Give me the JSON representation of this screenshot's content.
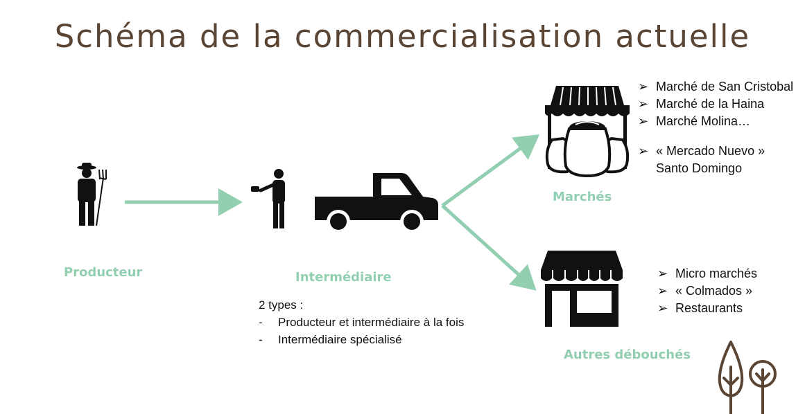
{
  "title": "Schéma de la commercialisation actuelle",
  "accent_color": "#92cfb0",
  "title_color": "#5a4535",
  "icons": {
    "producer": "farmer-pitchfork-icon",
    "intermediary": "person-handing-icon",
    "truck": "pickup-truck-icon",
    "market": "market-stall-icon",
    "shop": "storefront-icon",
    "trees": "trees-logo-icon"
  },
  "nodes": {
    "producteur": {
      "label": "Producteur"
    },
    "intermediaire": {
      "label": "Intermédiaire",
      "types_heading": "2 types :",
      "types": [
        {
          "bullet": "-",
          "text": "Producteur et intermédiaire à la fois"
        },
        {
          "bullet": "-",
          "text": "Intermédiaire spécialisé"
        }
      ]
    },
    "marches": {
      "label": "Marchés",
      "items": [
        {
          "bullet": "➢",
          "text": "Marché de San Cristobal"
        },
        {
          "bullet": "➢",
          "text": "Marché de la Haina"
        },
        {
          "bullet": "➢",
          "text": "Marché Molina…"
        },
        {
          "bullet": "➢",
          "text": "« Mercado Nuevo » Santo Domingo"
        }
      ]
    },
    "autres": {
      "label": "Autres débouchés",
      "items": [
        {
          "bullet": "➢",
          "text": "Micro marchés"
        },
        {
          "bullet": "➢",
          "text": "« Colmados »"
        },
        {
          "bullet": "➢",
          "text": "Restaurants"
        }
      ]
    }
  }
}
